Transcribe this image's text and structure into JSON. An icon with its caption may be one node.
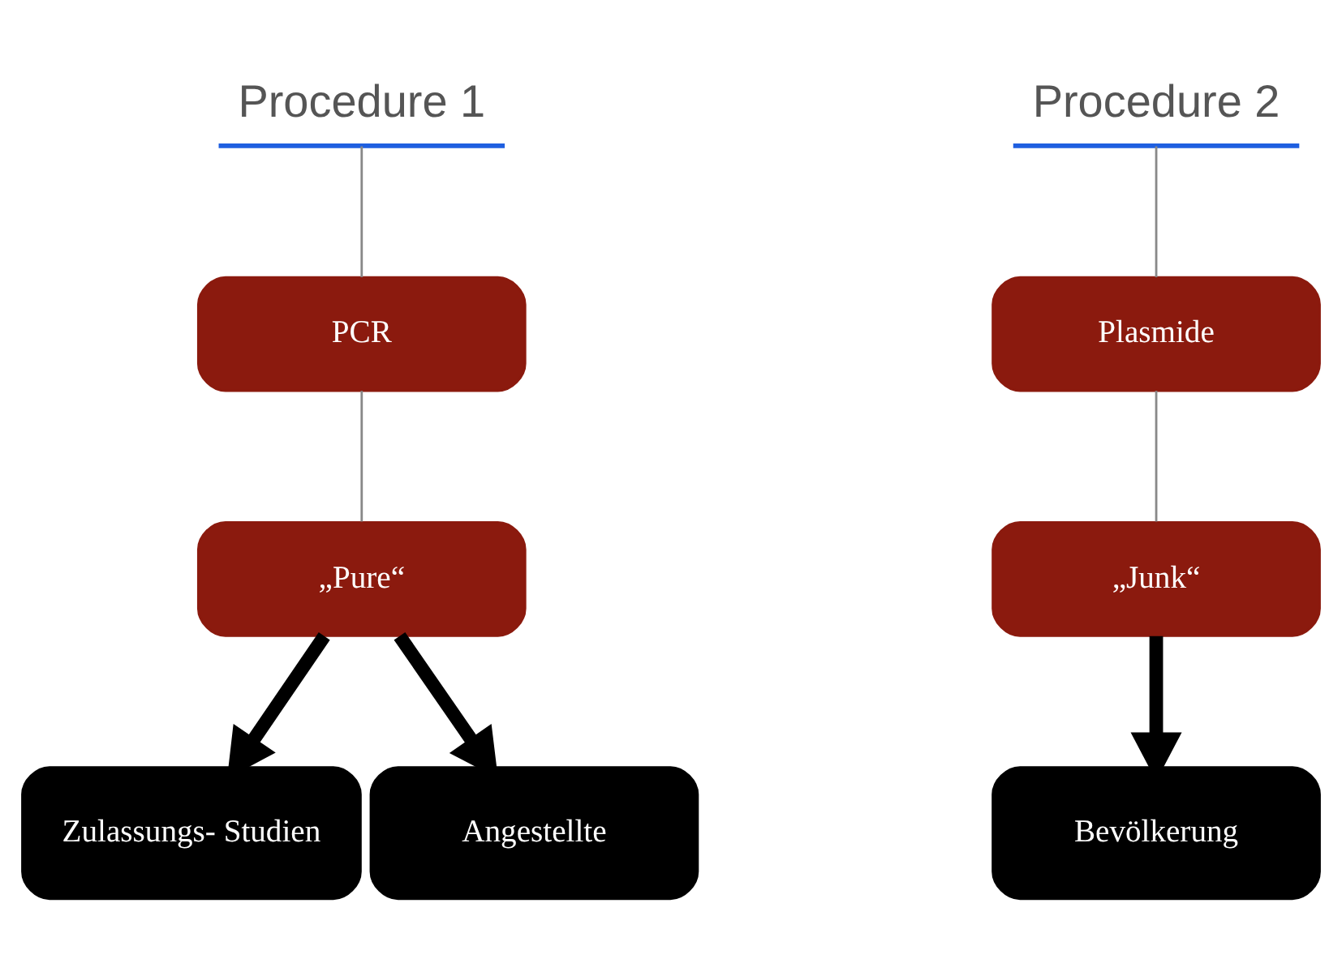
{
  "diagram": {
    "nodes": [
      {
        "text": [
          "Procedure 1"
        ]
      },
      {
        "text": [
          "PCR"
        ]
      },
      {
        "text": [
          "„Pure“"
        ]
      },
      {
        "text": [
          "Zulassungs- Studien"
        ]
      },
      {
        "text": [
          "Angestellte"
        ]
      },
      {
        "text": [
          "Procedure 2"
        ]
      },
      {
        "text": [
          "Plasmide"
        ]
      },
      {
        "text": [
          "„Junk“"
        ]
      },
      {
        "text": [
          "Bevölkerung"
        ]
      }
    ],
    "edges": [
      {
        "from": 0,
        "to": 1,
        "arrow": "none"
      },
      {
        "from": 1,
        "to": 2,
        "arrow": "none"
      },
      {
        "from": 2,
        "to": 3,
        "arrow": "to",
        "style": "thick",
        "color": "#000000"
      },
      {
        "from": 2,
        "to": 4,
        "arrow": "to",
        "style": "thick",
        "color": "#000000"
      },
      {
        "from": 5,
        "to": 6,
        "arrow": "none"
      },
      {
        "from": 6,
        "to": 7,
        "arrow": "none"
      },
      {
        "from": 7,
        "to": 8,
        "arrow": "to",
        "style": "thick",
        "color": "#000000"
      }
    ]
  }
}
